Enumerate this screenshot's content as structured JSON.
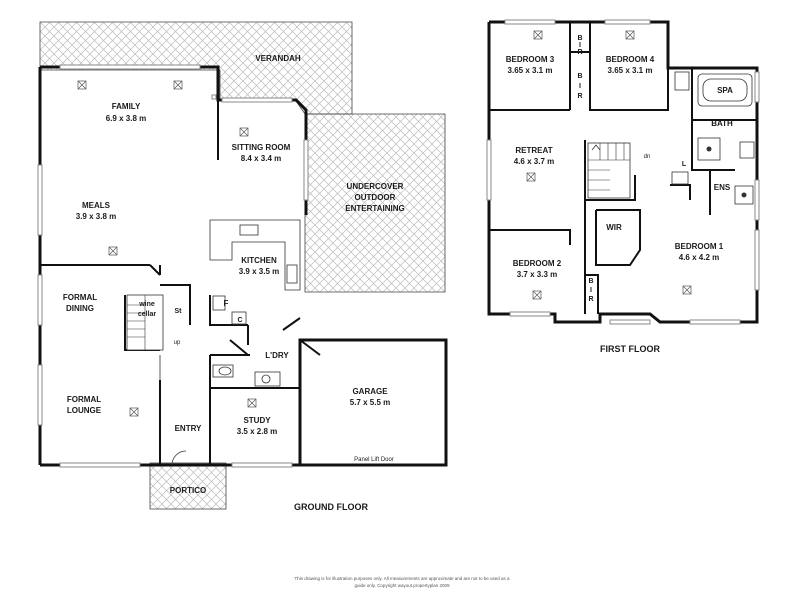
{
  "ground_floor": {
    "title": "GROUND FLOOR",
    "rooms": {
      "verandah": {
        "name": "VERANDAH"
      },
      "family": {
        "name": "FAMILY",
        "size": "6.9 x 3.8 m"
      },
      "sitting": {
        "name": "SITTING ROOM",
        "size": "8.4 x 3.4 m"
      },
      "undercover_1": "UNDERCOVER",
      "undercover_2": "OUTDOOR",
      "undercover_3": "ENTERTAINING",
      "meals": {
        "name": "MEALS",
        "size": "3.9 x 3.8 m"
      },
      "kitchen": {
        "name": "KITCHEN",
        "size": "3.9 x 3.5 m"
      },
      "formal_dining_1": "FORMAL",
      "formal_dining_2": "DINING",
      "wine_1": "wine",
      "wine_2": "cellar",
      "st": "St",
      "up": "up",
      "f": "F",
      "c": "C",
      "laundry": "L'DRY",
      "garage": {
        "name": "GARAGE",
        "size": "5.7 x 5.5 m"
      },
      "panel_door": "Panel Lift Door",
      "formal_lounge_1": "FORMAL",
      "formal_lounge_2": "LOUNGE",
      "entry": "ENTRY",
      "study": {
        "name": "STUDY",
        "size": "3.5 x 2.8 m"
      },
      "portico": "PORTICO"
    }
  },
  "first_floor": {
    "title": "FIRST FLOOR",
    "rooms": {
      "bed3": {
        "name": "BEDROOM 3",
        "size": "3.65 x 3.1 m"
      },
      "bed4": {
        "name": "BEDROOM 4",
        "size": "3.65 x 3.1 m"
      },
      "bir_b": "B",
      "bir_i": "I",
      "bir_r": "R",
      "spa": "SPA",
      "bath": "BATH",
      "retreat": {
        "name": "RETREAT",
        "size": "4.6 x 3.7 m"
      },
      "dn": "dn",
      "l": "L",
      "ens": "ENS",
      "wir": "WIR",
      "bed1": {
        "name": "BEDROOM 1",
        "size": "4.6 x 4.2 m"
      },
      "bed2": {
        "name": "BEDROOM 2",
        "size": "3.7 x 3.3 m"
      }
    }
  },
  "disclaimer_1": "This drawing is for illustration purposes only. All measurements are approximate and are not to be used as a",
  "disclaimer_2": "guide only. Copyright wayout.propertyplan 2009"
}
